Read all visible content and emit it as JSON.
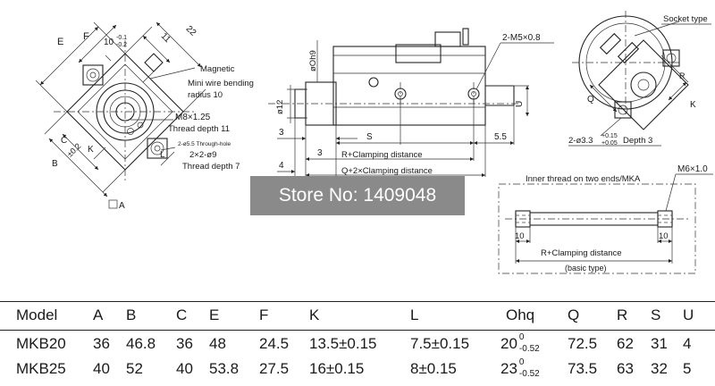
{
  "drawing": {
    "front": {
      "dims": [
        "E",
        "F",
        "10",
        "-0.1",
        "-0.2",
        "11",
        "22",
        "C",
        "±0.2",
        "B",
        "K",
        "L",
        "A"
      ],
      "callouts": {
        "magnetic": "Magnetic",
        "bend_1": "Mini wire bending",
        "bend_2": "radius 10",
        "m8": "M8×1.25",
        "depth11": "Thread depth 11",
        "through": "2-ø5.5 Through-hole",
        "cbore": "2×2-ø9",
        "depth7": "Thread depth 7"
      }
    },
    "side": {
      "dims": [
        "øOh9",
        "ø12",
        "3",
        "S",
        "5.5",
        "4",
        "U"
      ],
      "m5": "2-M5×0.8",
      "r_clamp": "R+Clamping distance",
      "q_clamp": "Q+2×Clamping distance"
    },
    "right": {
      "socket": "Socket type",
      "dims": [
        "Q",
        "K",
        "R"
      ],
      "hole": "2-ø3.3",
      "tol_up": "+0.15",
      "tol_dn": "+0.05",
      "depth": "Depth 3"
    },
    "rod": {
      "inner": "Inner thread on two ends/MKA",
      "m6": "M6×1.0",
      "ten": "10",
      "r_clamp": "R+Clamping distance",
      "basic": "(basic type)"
    }
  },
  "banner": "Store No: 1409048",
  "table": {
    "headers": [
      "Model",
      "A",
      "B",
      "C",
      "E",
      "F",
      "K",
      "L",
      "Ohq",
      "Q",
      "R",
      "S",
      "U"
    ],
    "rows": [
      {
        "model": "MKB20",
        "A": "36",
        "B": "46.8",
        "C": "36",
        "E": "48",
        "F": "24.5",
        "K": "13.5±0.15",
        "L": "7.5±0.15",
        "Ohq_base": "20",
        "Ohq_up": "0",
        "Ohq_dn": "-0.52",
        "Q": "72.5",
        "R": "62",
        "S": "31",
        "U": "4"
      },
      {
        "model": "MKB25",
        "A": "40",
        "B": "52",
        "C": "40",
        "E": "53.8",
        "F": "27.5",
        "K": "16±0.15",
        "L": "8±0.15",
        "Ohq_base": "23",
        "Ohq_up": "0",
        "Ohq_dn": "-0.52",
        "Q": "73.5",
        "R": "63",
        "S": "32",
        "U": "5"
      }
    ]
  }
}
